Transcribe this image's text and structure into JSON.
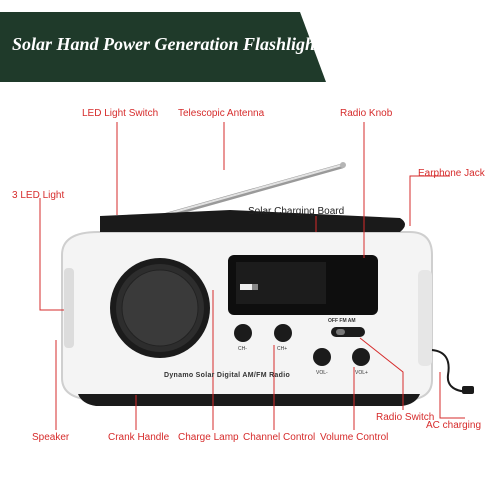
{
  "banner": {
    "title": "Solar Hand Power Generation Flashlight Radio",
    "bg_color": "#1f3a2a",
    "text_color": "#ffffff"
  },
  "callout_color": "#d62b2b",
  "callouts": {
    "led_switch": "LED Light Switch",
    "antenna": "Telescopic Antenna",
    "radio_knob": "Radio Knob",
    "earphone_jack": "Earphone Jack",
    "three_led": "3 LED Light",
    "solar_board": "Solar Charging Board",
    "speaker": "Speaker",
    "crank_handle": "Crank Handle",
    "charge_lamp": "Charge Lamp",
    "channel_control": "Channel Control",
    "volume_control": "Volume Control",
    "radio_switch": "Radio Switch",
    "ac_charging": "AC charging"
  },
  "device": {
    "front_label": "Dynamo Solar Digital AM/FM Radio",
    "buttons": {
      "ch_minus": "CH-",
      "ch_plus": "CH+",
      "vol_minus": "VOL-",
      "vol_plus": "VOL+"
    },
    "mode_switch": "OFF FM AM"
  }
}
